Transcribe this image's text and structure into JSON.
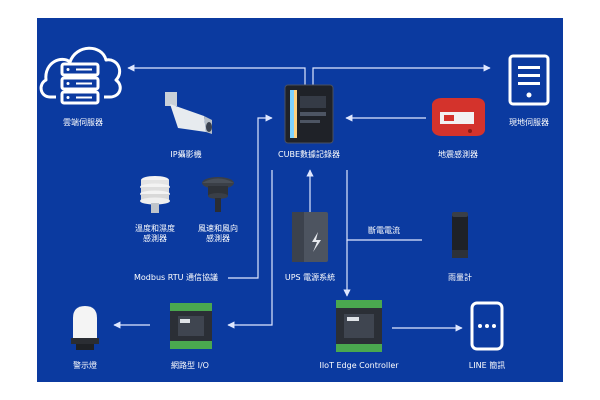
{
  "colors": {
    "panel_bg": "#0b3aa0",
    "line": "#dfe7ff",
    "icon_white": "#ffffff",
    "device_dark": "#2b2f36",
    "device_green": "#4aa84f",
    "seismic_red": "#d4332c"
  },
  "nodes": {
    "cloud_server": {
      "label": "雲端伺服器",
      "icon": "cloud-server-icon"
    },
    "local_server": {
      "label": "現地伺服器",
      "icon": "server-icon"
    },
    "ip_camera": {
      "label": "IP攝影機",
      "icon": "camera-icon"
    },
    "cube_logger": {
      "label": "CUBE數據記錄器",
      "icon": "data-logger-icon"
    },
    "seismic_sensor": {
      "label": "地震感測器",
      "icon": "seismic-sensor-icon"
    },
    "temp_humidity": {
      "label": "溫度和濕度\n感測器",
      "icon": "temp-humidity-sensor-icon"
    },
    "wind_sensor": {
      "label": "風速和風向\n感測器",
      "icon": "wind-sensor-icon"
    },
    "power_failure": {
      "label": "斷電電流"
    },
    "ups": {
      "label": "UPS 電源系統",
      "icon": "ups-icon"
    },
    "rain_gauge": {
      "label": "雨量計",
      "icon": "rain-gauge-icon"
    },
    "modbus": {
      "label": "Modbus RTU 通信協議"
    },
    "warning_light": {
      "label": "警示燈",
      "icon": "warning-light-icon"
    },
    "network_io": {
      "label": "網路型 I/O",
      "icon": "network-io-icon"
    },
    "iiot_controller": {
      "label": "IIoT Edge Controller",
      "icon": "edge-controller-icon"
    },
    "line_notify": {
      "label": "LINE 簡訊",
      "icon": "phone-icon"
    }
  }
}
